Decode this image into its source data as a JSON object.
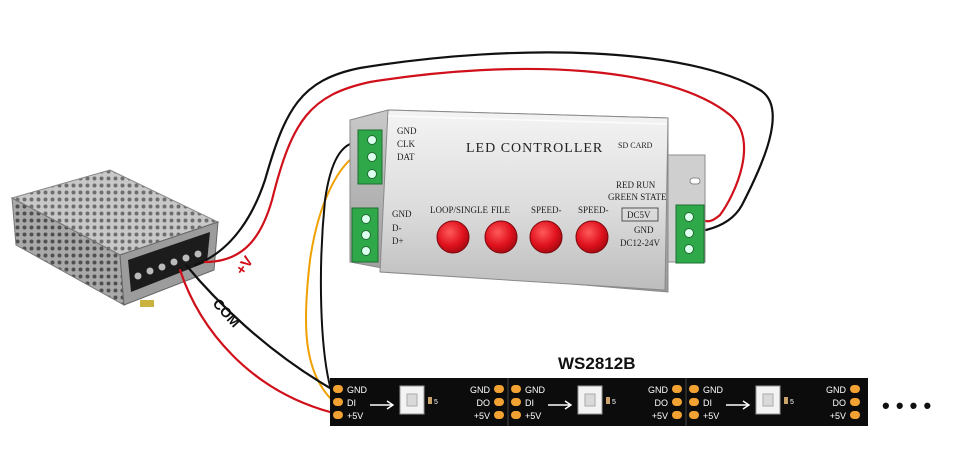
{
  "controller": {
    "title": "LED CONTROLLER",
    "sd_card": "SD CARD",
    "status_red": "RED RUN",
    "status_green": "GREEN STATE",
    "input_label": "DC5V",
    "power_gnd": "GND",
    "power_range": "DC12-24V",
    "out_pins": [
      "GND",
      "CLK",
      "DAT"
    ],
    "alt_pins": [
      "GND",
      "D-",
      "D+"
    ],
    "buttons": [
      "LOOP/SINGLE",
      "FILE",
      "SPEED-",
      "SPEED-"
    ]
  },
  "strip": {
    "title": "WS2812B",
    "left_pins": [
      "GND",
      "DI",
      "+5V"
    ],
    "right_pins": [
      "GND",
      "DO",
      "+5V"
    ],
    "chip_label": "5",
    "ellipsis": "• • • •"
  },
  "wire_labels": {
    "plus_v": "+V",
    "com": "COM"
  },
  "colors": {
    "wire_red": "#d0101a",
    "wire_black": "#111111",
    "wire_yellow": "#f0a000",
    "button_red": "#e0121e",
    "terminal_green": "#2fa84a",
    "strip_black": "#0c0c0c",
    "pad_orange": "#f2a233"
  }
}
